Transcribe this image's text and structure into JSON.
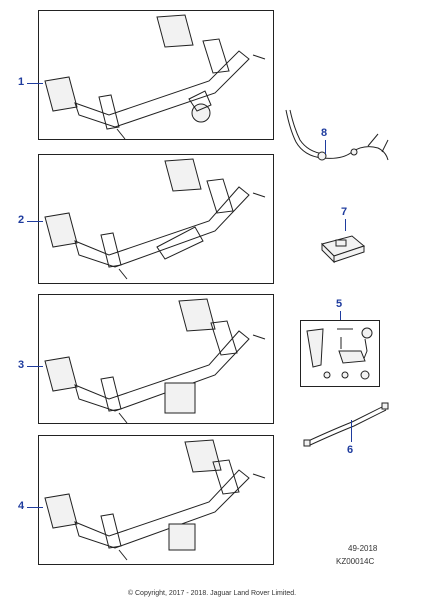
{
  "callouts": {
    "c1": "1",
    "c2": "2",
    "c3": "3",
    "c4": "4",
    "c5": "5",
    "c6": "6",
    "c7": "7",
    "c8": "8"
  },
  "caption": {
    "ref_date": "49-2018",
    "ref_code": "KZ00014C"
  },
  "footer": {
    "copyright": "© Copyright, 2017 - 2018. Jaguar Land Rover Limited."
  }
}
